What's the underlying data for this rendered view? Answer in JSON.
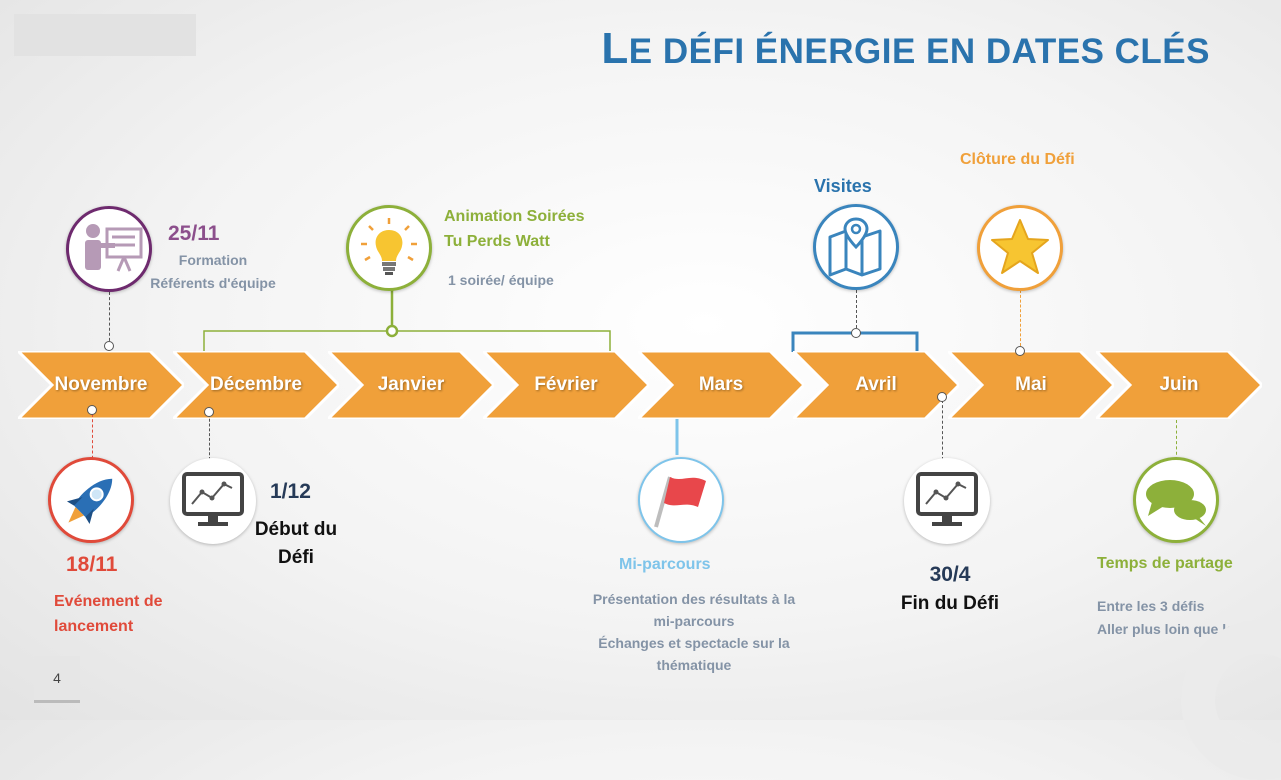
{
  "title": {
    "first_letter": "L",
    "rest": "E DÉFI ÉNERGIE EN DATES CLÉS"
  },
  "months": [
    "Novembre",
    "Décembre",
    "Janvier",
    "Février",
    "Mars",
    "Avril",
    "Mai",
    "Juin"
  ],
  "colors": {
    "arrow": "#f0a03a",
    "title": "#2a73ad",
    "purple": "#6e2a6e",
    "red": "#e04a3a",
    "green": "#8db03a",
    "blue": "#3a85bd",
    "light_blue": "#7ec4ea",
    "orange": "#f0a03a",
    "gray_text": "#8493a6"
  },
  "events": {
    "formation": {
      "date": "25/11",
      "line1": "Formation",
      "line2": "Référents d'équipe",
      "icon": "presentation-icon"
    },
    "lancement": {
      "date": "18/11",
      "line1": "Evénement de",
      "line2": "lancement",
      "icon": "rocket-icon"
    },
    "debut": {
      "date": "1/12",
      "line1": "Début du",
      "line2": "Défi",
      "icon": "monitor-chart-icon"
    },
    "animation": {
      "line1": "Animation Soirées",
      "line2": "Tu Perds Watt",
      "note": "1 soirée/ équipe",
      "icon": "lightbulb-icon"
    },
    "mi_parcours": {
      "label": "Mi-parcours",
      "line1": "Présentation des résultats à la",
      "line2": "mi-parcours",
      "line3": "Échanges et spectacle sur la",
      "line4": "thématique",
      "icon": "flag-icon"
    },
    "visites": {
      "label": "Visites",
      "icon": "map-icon"
    },
    "fin": {
      "date": "30/4",
      "label": "Fin du Défi",
      "icon": "monitor-chart-icon"
    },
    "cloture": {
      "label": "Clôture du Défi",
      "icon": "star-icon"
    },
    "partage": {
      "label": "Temps de partage",
      "line1": "Entre les 3 défis",
      "line2": "Aller plus loin que le défi",
      "icon": "chat-bubbles-icon"
    }
  },
  "page_number": "4"
}
